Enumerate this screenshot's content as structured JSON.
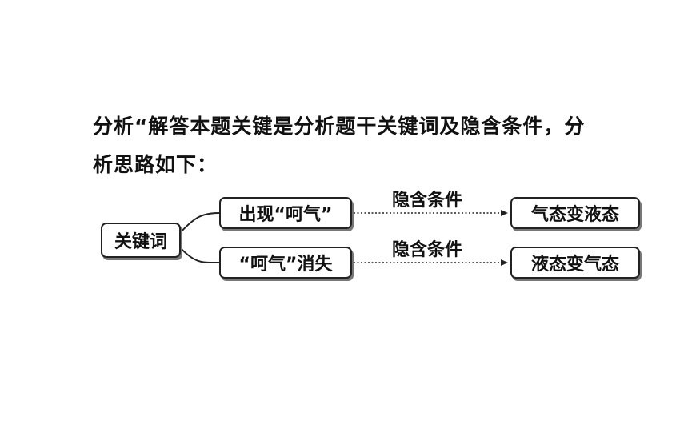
{
  "intro": {
    "text": "分析“解答本题关键是分析题干关键词及隐含条件，分析思路如下："
  },
  "diagram": {
    "root": "关键词",
    "branches": [
      {
        "source": "出现“呵气”",
        "arrow_label": "隐含条件",
        "result": "气态变液态"
      },
      {
        "source": "“呵气”消失",
        "arrow_label": "隐含条件",
        "result": "液态变气态"
      }
    ]
  }
}
